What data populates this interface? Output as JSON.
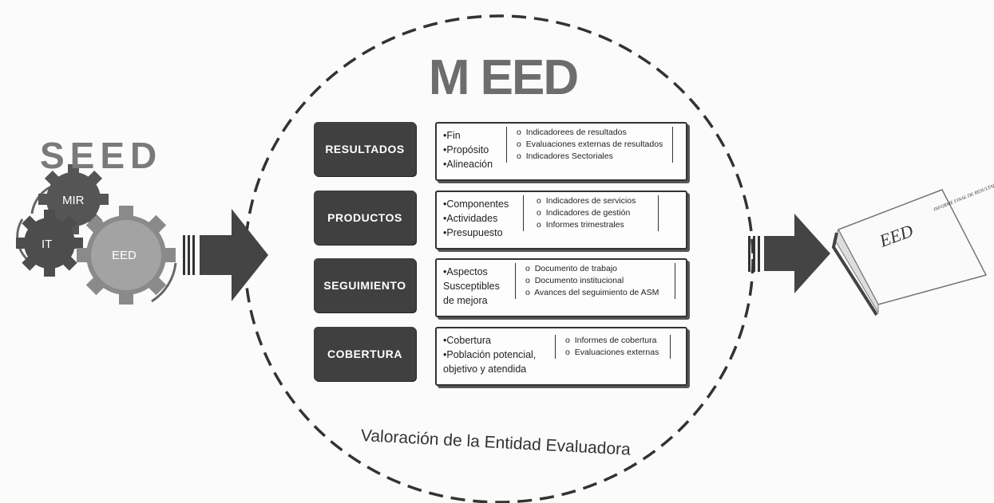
{
  "seed": {
    "title": "SEED",
    "gears": [
      "MIR",
      "IT",
      "EED"
    ]
  },
  "meed": {
    "title": "M EED",
    "footer": "Valoración de la Entidad Evaluadora",
    "rows": [
      {
        "label": "RESULTADOS",
        "items": [
          "Fin",
          "Propósito",
          "Alineación"
        ],
        "details": [
          "Indicadorees de resultados",
          "Evaluaciones externas de resultados",
          "Indicadores Sectoriales"
        ]
      },
      {
        "label": "PRODUCTOS",
        "items": [
          "Componentes",
          "Actividades",
          "Presupuesto"
        ],
        "details": [
          "Indicadores de servicios",
          "Indicadores de gestión",
          "Informes trimestrales"
        ]
      },
      {
        "label": "SEGUIMIENTO",
        "items": [
          "Aspectos Susceptibles de mejora"
        ],
        "details": [
          "Documento de trabajo",
          "Documento institucional",
          "Avances del seguimiento de ASM"
        ]
      },
      {
        "label": "COBERTURA",
        "items": [
          "Cobertura",
          "Población potencial, objetivo y atendida"
        ],
        "details": [
          "Informes de cobertura",
          "Evaluaciones externas"
        ]
      }
    ]
  },
  "book": {
    "cover_title": "EED",
    "cover_subtitle": "INFORME FINAL DE RESULTADOS"
  }
}
